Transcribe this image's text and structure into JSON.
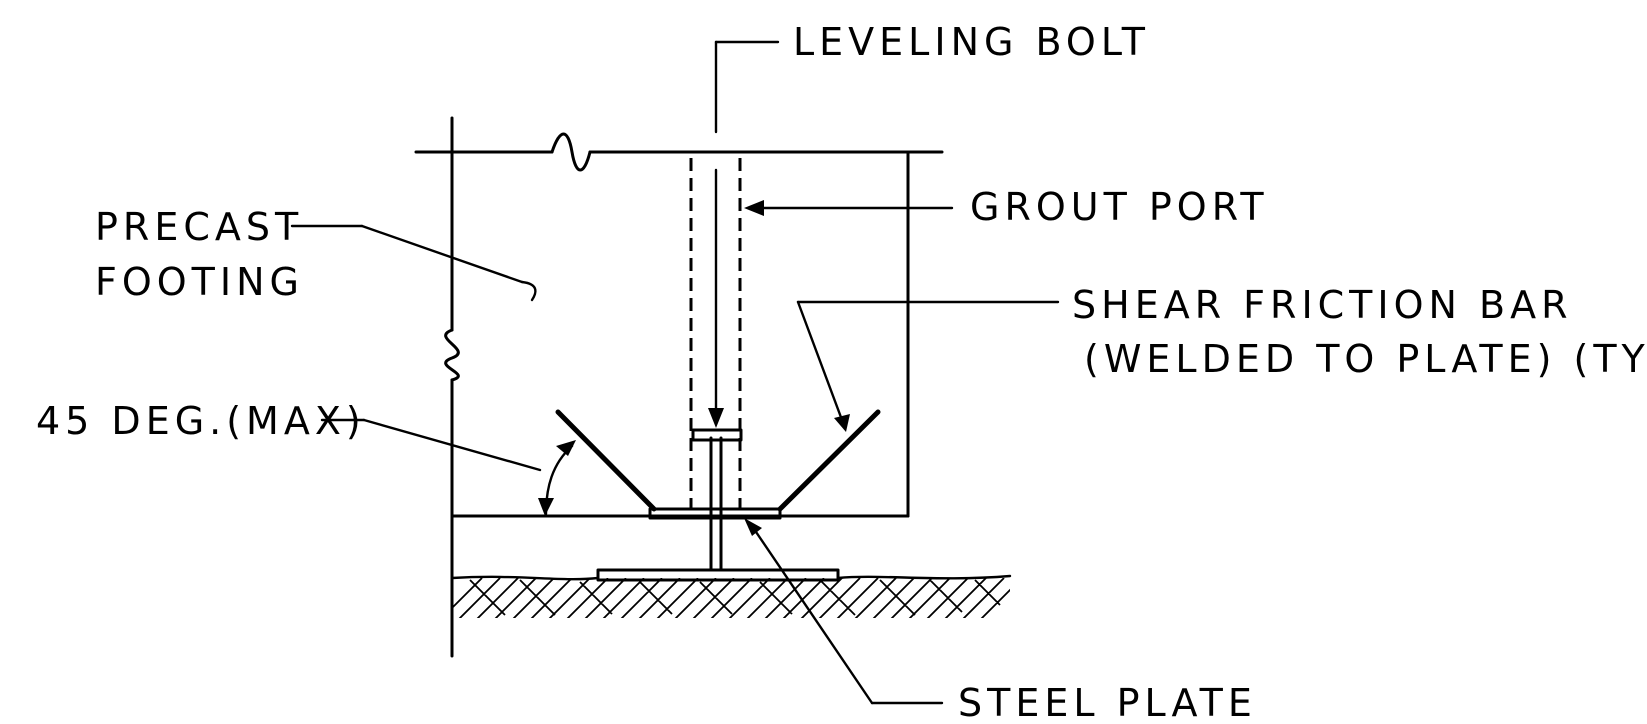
{
  "labels": {
    "leveling_bolt": "LEVELING BOLT",
    "grout_port": "GROUT PORT",
    "precast_line1": "PRECAST",
    "precast_line2": "FOOTING",
    "shear_line1": "SHEAR FRICTION BAR",
    "shear_line2": "(WELDED TO PLATE) (TYP)",
    "angle": "45 DEG.(MAX)",
    "steel_plate": "STEEL PLATE"
  },
  "colors": {
    "ink": "#000000",
    "paper": "#ffffff"
  }
}
